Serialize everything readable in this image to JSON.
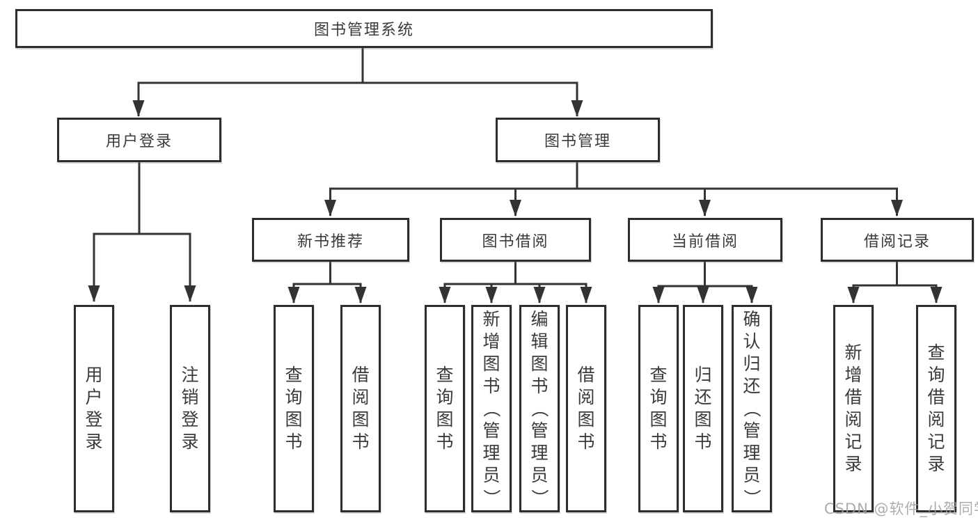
{
  "diagram": {
    "watermark": "CSDN @软件_小贺同学",
    "nodes": {
      "root": {
        "label": "图书管理系统"
      },
      "user_login": {
        "label": "用户登录"
      },
      "book_mgmt": {
        "label": "图书管理"
      },
      "new_books": {
        "label": "新书推荐"
      },
      "book_borrow": {
        "label": "图书借阅"
      },
      "current_borrow": {
        "label": "当前借阅"
      },
      "borrow_records": {
        "label": "借阅记录"
      },
      "leaf_user_login": {
        "label": "用户登录"
      },
      "leaf_logout": {
        "label": "注销登录"
      },
      "leaf_query_books_new": {
        "label": "查询图书"
      },
      "leaf_borrow_books_new": {
        "label": "借阅图书"
      },
      "leaf_query_books_borrow": {
        "label": "查询图书"
      },
      "leaf_add_books_admin": {
        "label": "新增图书（管理员）"
      },
      "leaf_edit_books_admin": {
        "label": "编辑图书（管理员）"
      },
      "leaf_borrow_books_borrow": {
        "label": "借阅图书"
      },
      "leaf_query_books_current": {
        "label": "查询图书"
      },
      "leaf_return_books": {
        "label": "归还图书"
      },
      "leaf_confirm_return_admin": {
        "label": "确认归还（管理员）"
      },
      "leaf_add_borrow_record": {
        "label": "新增借阅记录"
      },
      "leaf_query_borrow_record": {
        "label": "查询借阅记录"
      }
    },
    "edges": [
      [
        "root",
        "user_login"
      ],
      [
        "root",
        "book_mgmt"
      ],
      [
        "user_login",
        "leaf_user_login"
      ],
      [
        "user_login",
        "leaf_logout"
      ],
      [
        "book_mgmt",
        "new_books"
      ],
      [
        "book_mgmt",
        "book_borrow"
      ],
      [
        "book_mgmt",
        "current_borrow"
      ],
      [
        "book_mgmt",
        "borrow_records"
      ],
      [
        "new_books",
        "leaf_query_books_new"
      ],
      [
        "new_books",
        "leaf_borrow_books_new"
      ],
      [
        "book_borrow",
        "leaf_query_books_borrow"
      ],
      [
        "book_borrow",
        "leaf_add_books_admin"
      ],
      [
        "book_borrow",
        "leaf_edit_books_admin"
      ],
      [
        "book_borrow",
        "leaf_borrow_books_borrow"
      ],
      [
        "current_borrow",
        "leaf_query_books_current"
      ],
      [
        "current_borrow",
        "leaf_return_books"
      ],
      [
        "current_borrow",
        "leaf_confirm_return_admin"
      ],
      [
        "borrow_records",
        "leaf_add_borrow_record"
      ],
      [
        "borrow_records",
        "leaf_query_borrow_record"
      ]
    ]
  }
}
